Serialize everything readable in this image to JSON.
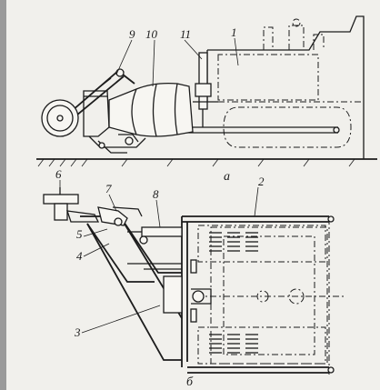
{
  "figure": {
    "view_a_caption": "а",
    "view_b_caption": "б",
    "labels_top": [
      "9",
      "10",
      "11",
      "1"
    ],
    "labels_bottom": [
      "6",
      "7",
      "8",
      "2",
      "5",
      "4",
      "3"
    ]
  },
  "colors": {
    "line": "#1c1c1c",
    "background": "#f1f0ec"
  }
}
